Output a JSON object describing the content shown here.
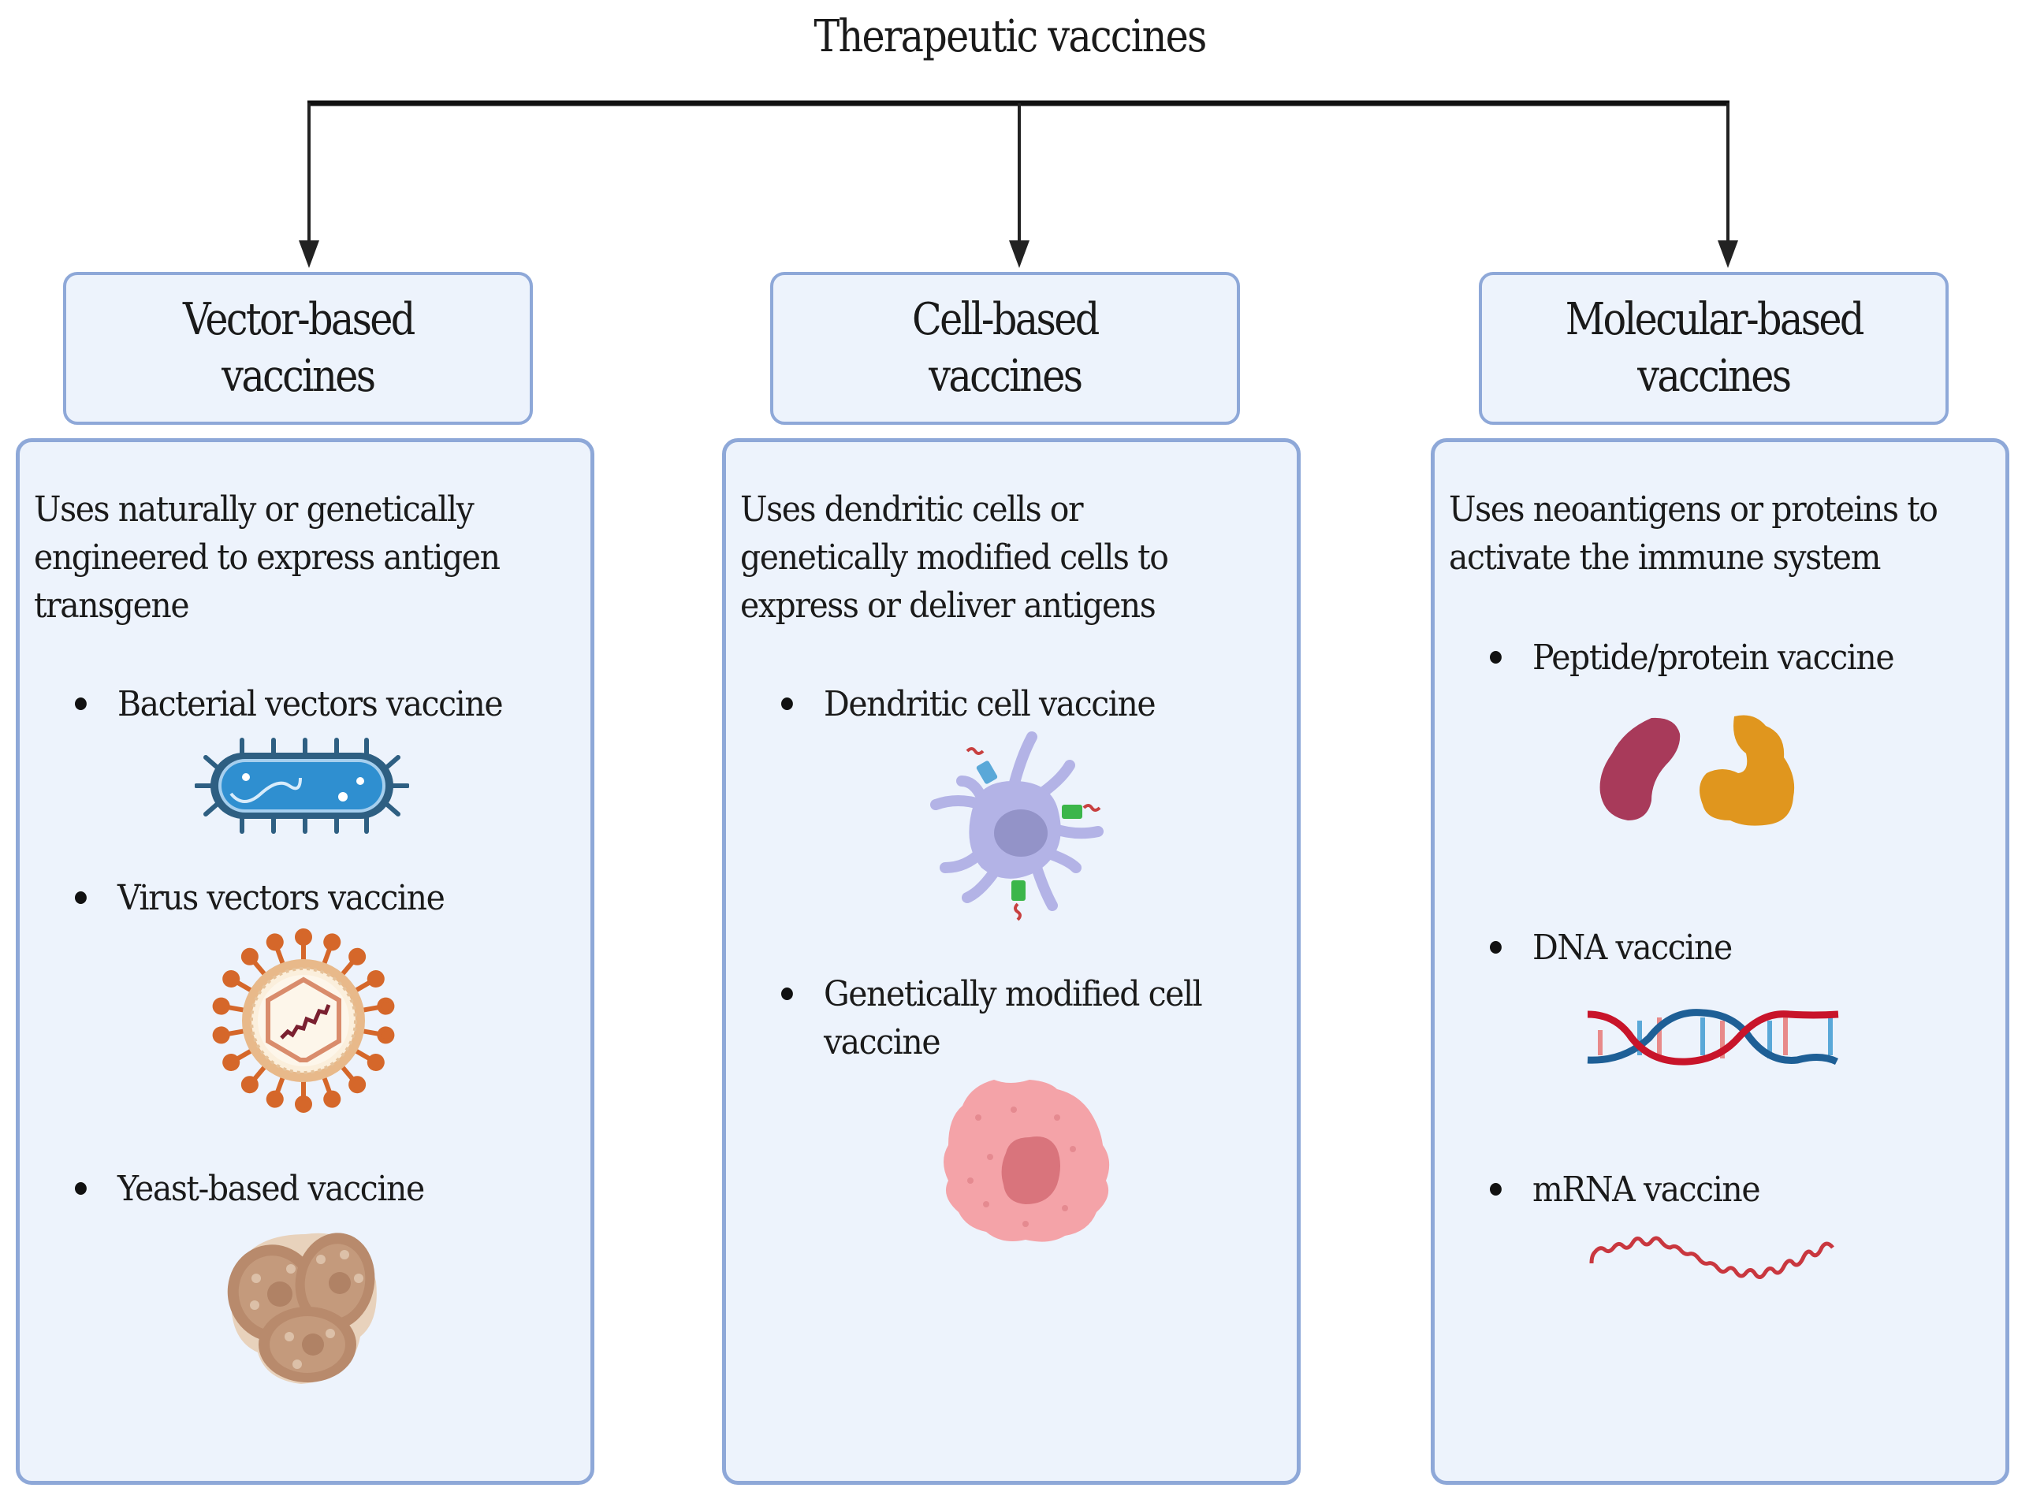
{
  "title": "Therapeutic vaccines",
  "colors": {
    "box_fill": "#edf3fc",
    "box_border": "#8ea8d8",
    "connector": "#1a1a1a",
    "bacterium_fill": "#2f8fd0",
    "bacterium_outline": "#2e5f82",
    "virus_spike": "#d5672a",
    "virus_envelope": "#e8b98a",
    "yeast": "#b88a6c",
    "dendritic_cell": "#b3b3e6",
    "dendritic_nucleus": "#9393c8",
    "modified_cell": "#f4a3a8",
    "modified_nucleus": "#d9747c",
    "protein_1": "#a83a5a",
    "protein_2": "#e0961e",
    "dna_red": "#c8142a",
    "dna_blue": "#1e5f96",
    "mrna": "#c9373f"
  },
  "categories": [
    {
      "header": [
        "Vector-based",
        "vaccines"
      ],
      "description": [
        "Uses naturally or genetically",
        "engineered to express antigen",
        "transgene"
      ],
      "items": [
        {
          "label": [
            "Bacterial vectors vaccine"
          ],
          "icon": "bacterium-icon"
        },
        {
          "label": [
            "Virus vectors vaccine"
          ],
          "icon": "virus-icon"
        },
        {
          "label": [
            "Yeast-based vaccine"
          ],
          "icon": "yeast-icon"
        }
      ]
    },
    {
      "header": [
        "Cell-based",
        "vaccines"
      ],
      "description": [
        "Uses dendritic cells or",
        "genetically modified cells to",
        "express or deliver antigens"
      ],
      "items": [
        {
          "label": [
            "Dendritic cell vaccine"
          ],
          "icon": "dendritic-cell-icon"
        },
        {
          "label": [
            "Genetically modified cell",
            "vaccine"
          ],
          "icon": "modified-cell-icon"
        }
      ]
    },
    {
      "header": [
        "Molecular-based",
        "vaccines"
      ],
      "description": [
        "Uses neoantigens or proteins to",
        "activate the immune system"
      ],
      "items": [
        {
          "label": [
            "Peptide/protein vaccine"
          ],
          "icon": "protein-icon"
        },
        {
          "label": [
            "DNA vaccine"
          ],
          "icon": "dna-icon"
        },
        {
          "label": [
            "mRNA vaccine"
          ],
          "icon": "mrna-icon"
        }
      ]
    }
  ]
}
